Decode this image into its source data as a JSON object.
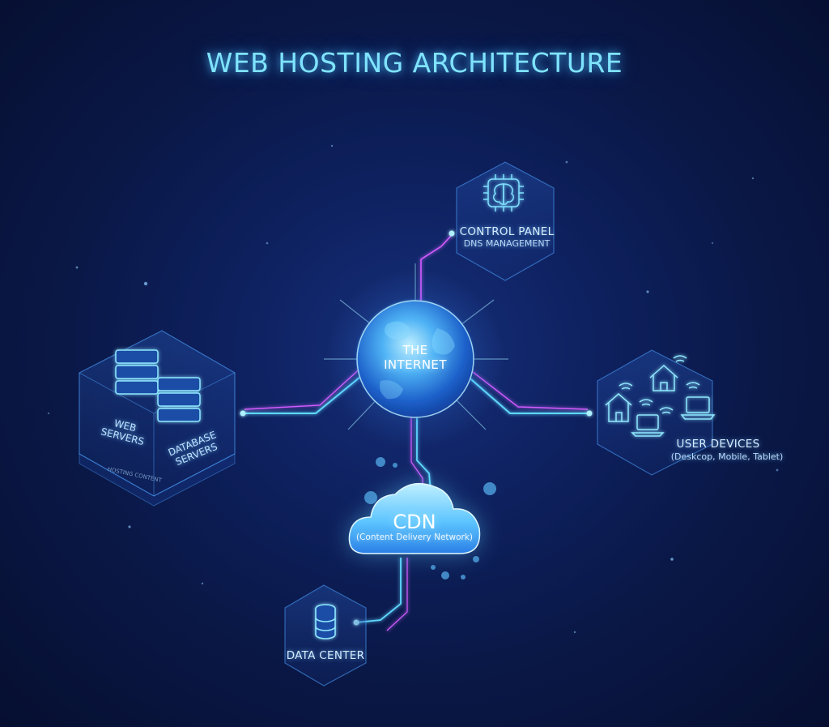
{
  "title": "WEB HOSTING ARCHITECTURE",
  "nodes": {
    "internet": {
      "line1": "THE",
      "line2": "INTERNET"
    },
    "control_panel": {
      "label": "CONTROL PANEL",
      "sublabel": "DNS MANAGEMENT",
      "icon": "brain-chip-icon"
    },
    "servers": {
      "web_line1": "WEB",
      "web_line2": "SERVERS",
      "db_line1": "DATABASE",
      "db_line2": "SERVERS",
      "base_text": "HOSTING CONTENT",
      "icon": "server-stack-icon"
    },
    "user_devices": {
      "label": "USER DEVICES",
      "sublabel": "(Deskcop, Mobile, Tablet)",
      "icons": [
        "house-icon",
        "laptop-icon",
        "wifi-icon"
      ]
    },
    "cdn": {
      "label": "CDN",
      "sublabel": "(Content Delivery Network)",
      "icon": "cloud-icon"
    },
    "data_center": {
      "label": "DATA CENTER",
      "icon": "database-icon"
    }
  },
  "colors": {
    "cyan": "#5fd8ff",
    "magenta": "#d35cff",
    "background": "#0a1847"
  }
}
